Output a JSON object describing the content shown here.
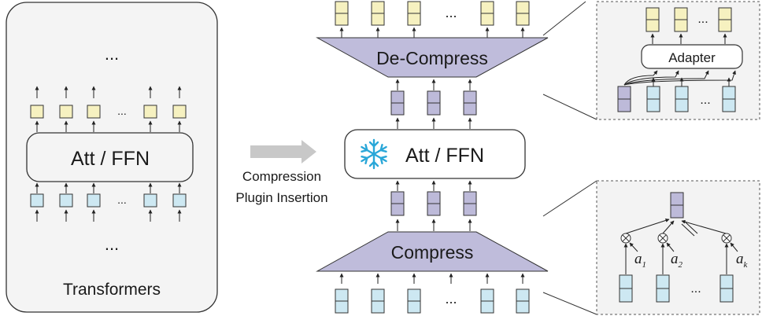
{
  "transformers_panel": {
    "dots_top": "...",
    "dots_tokens": "...",
    "block_label": "Att / FFN",
    "dots_bottom": "...",
    "title": "Transformers"
  },
  "transition": {
    "line1": "Compression",
    "line2": "Plugin Insertion"
  },
  "plugin_stack": {
    "output_dots": "...",
    "decompress_label": "De-Compress",
    "frozen_block_label": "Att / FFN",
    "compress_label": "Compress",
    "input_dots": "..."
  },
  "adapter_detail": {
    "adapter_label": "Adapter",
    "dots_top": "...",
    "dots_bottom": "..."
  },
  "weighted_sum_detail": {
    "weights": [
      "a",
      "a",
      "a"
    ],
    "weight_subscripts": [
      "1",
      "2",
      "k"
    ],
    "dots": "..."
  },
  "colors": {
    "yellow_token": "#f6f1c0",
    "blue_token": "#cde8f2",
    "purple_token": "#bdbad9",
    "trapezoid": "#bfbcdb",
    "detail_bg": "#f3f3f3",
    "arrow_gray": "#c8c8c8",
    "snowflake": "#2aa7d8"
  }
}
